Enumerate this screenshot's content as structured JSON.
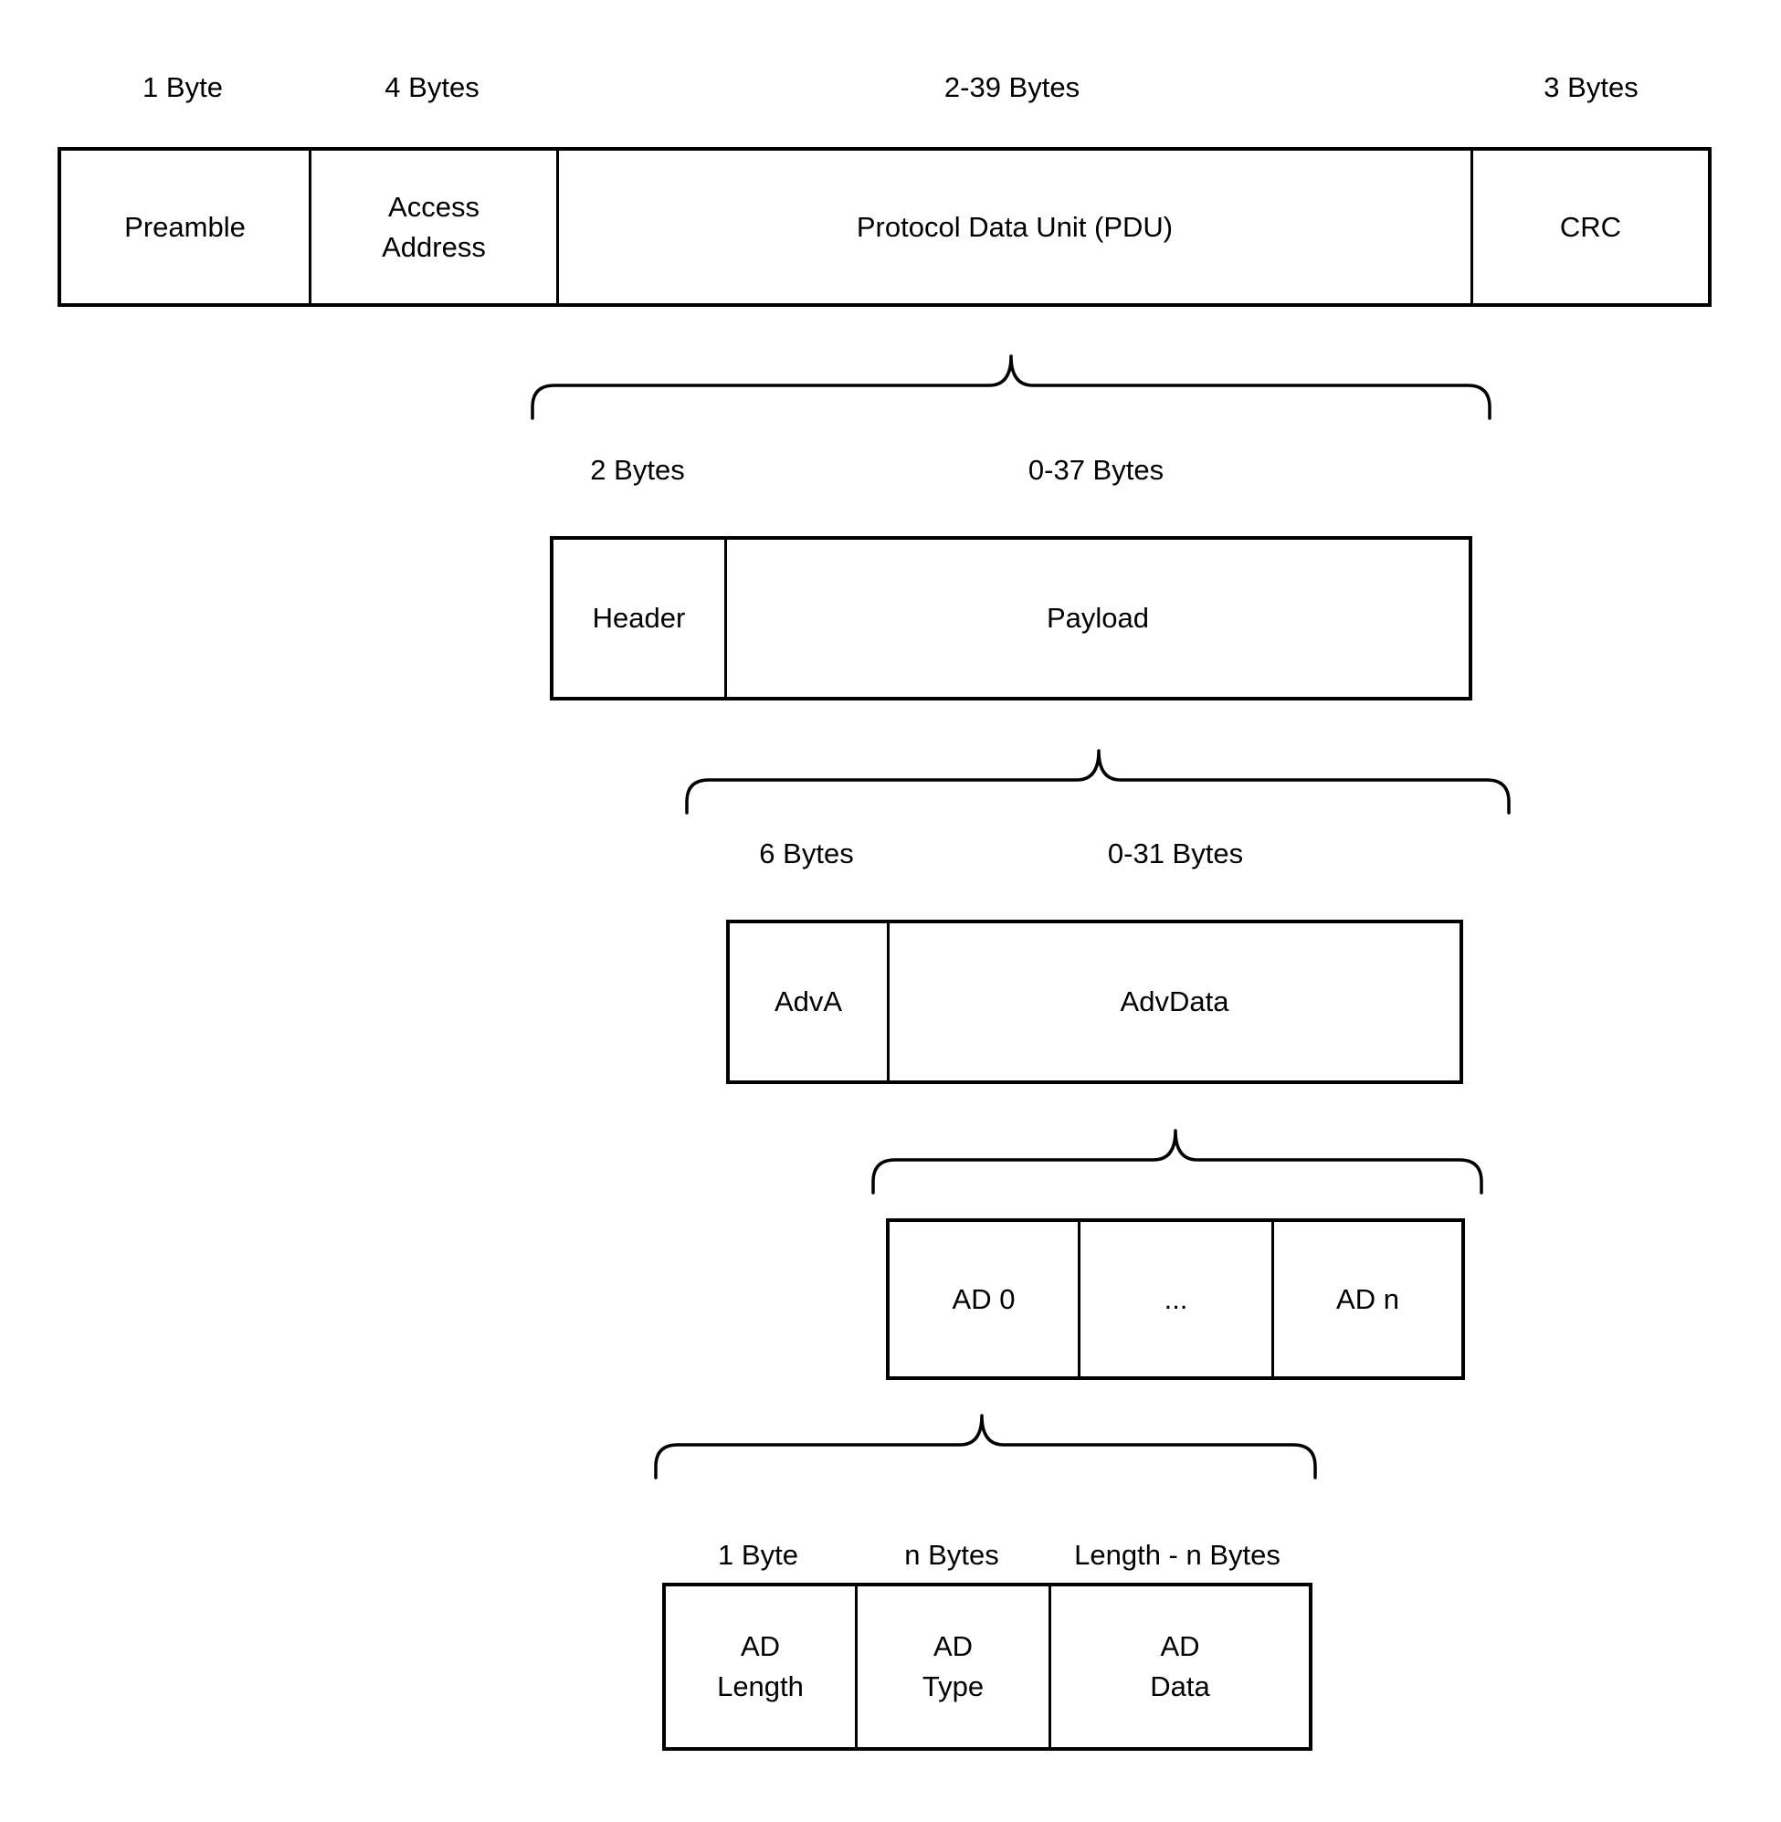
{
  "colors": {
    "background": "#ffffff",
    "line": "#000000",
    "text": "#000000"
  },
  "diagram": {
    "description": "BLE advertising packet structure breakdown",
    "levels": [
      {
        "name": "packet",
        "sizes": [
          "1 Byte",
          "4 Bytes",
          "2-39 Bytes",
          "3 Bytes"
        ],
        "cells": [
          "Preamble",
          "Access Address",
          "Protocol Data Unit (PDU)",
          "CRC"
        ]
      },
      {
        "name": "pdu",
        "sizes": [
          "2 Bytes",
          "0-37 Bytes"
        ],
        "cells": [
          "Header",
          "Payload"
        ]
      },
      {
        "name": "payload",
        "sizes": [
          "6 Bytes",
          "0-31 Bytes"
        ],
        "cells": [
          "AdvA",
          "AdvData"
        ]
      },
      {
        "name": "advdata",
        "sizes": [],
        "cells": [
          "AD 0",
          "...",
          "AD n"
        ]
      },
      {
        "name": "ad-structure",
        "sizes": [
          "1 Byte",
          "n Bytes",
          "Length - n Bytes"
        ],
        "cells": [
          "AD Length",
          "AD Type",
          "AD Data"
        ]
      }
    ]
  }
}
